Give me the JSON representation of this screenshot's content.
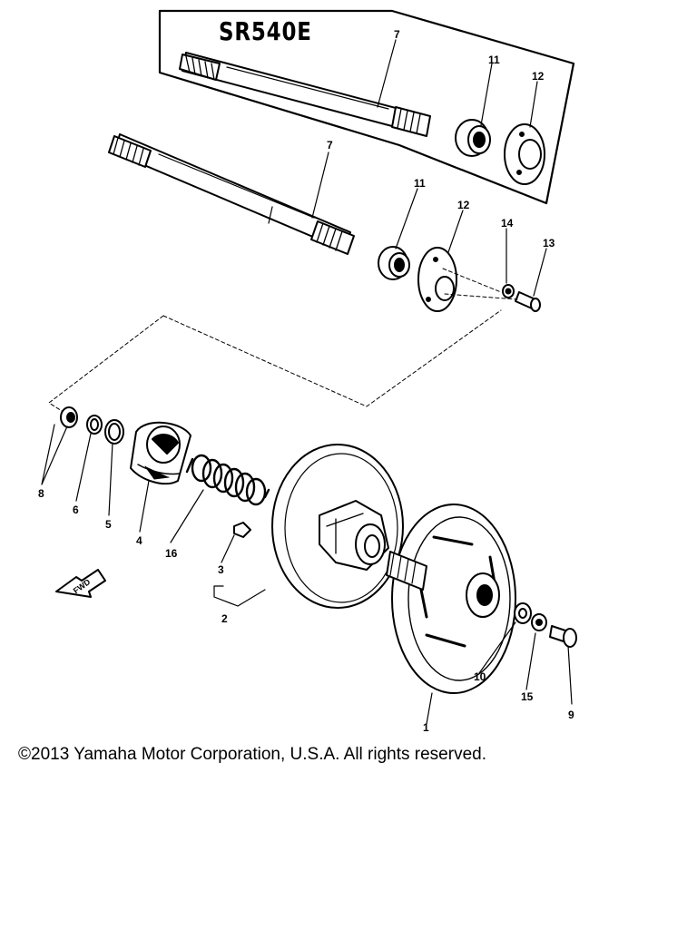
{
  "diagram": {
    "model_label": "SR540E",
    "front_label": "FWD",
    "callouts": {
      "c7_top": "7",
      "c11_top": "11",
      "c12_top": "12",
      "c7": "7",
      "c11": "11",
      "c12": "12",
      "c14": "14",
      "c13": "13",
      "c8": "8",
      "c6": "6",
      "c5": "5",
      "c4": "4",
      "c16": "16",
      "c3": "3",
      "c2": "2",
      "c10": "10",
      "c15": "15",
      "c9": "9",
      "c1": "1"
    }
  },
  "footer": {
    "copyright": "©2013 Yamaha Motor Corporation, U.S.A. All rights reserved."
  }
}
